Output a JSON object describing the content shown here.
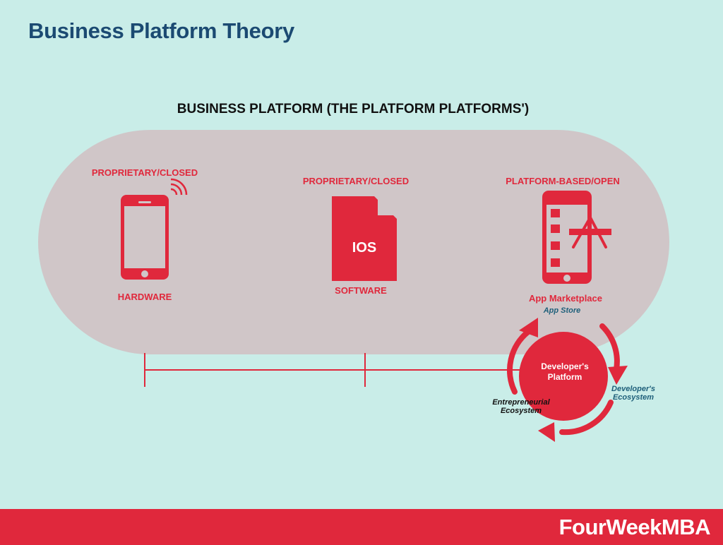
{
  "page": {
    "title": "Business Platform Theory",
    "heading": "BUSINESS PLATFORM (THE PLATFORM PLATFORMS')"
  },
  "columns": {
    "hardware": {
      "top_label": "PROPRIETARY/CLOSED",
      "bottom_label": "HARDWARE",
      "icon": "smartphone-icon"
    },
    "software": {
      "top_label": "PROPRIETARY/CLOSED",
      "bottom_label": "SOFTWARE",
      "icon_text": "IOS",
      "icon": "file-icon"
    },
    "marketplace": {
      "top_label": "PLATFORM-BASED/OPEN",
      "bottom_label": "App Marketplace",
      "icon": "app-phone-icon"
    }
  },
  "cycle": {
    "center_label": "Developer's Platform",
    "center_line1": "Developer's",
    "center_line2": "Platform",
    "app_store": "App Store",
    "developers_ecosystem_line1": "Developer's",
    "developers_ecosystem_line2": "Ecosystem",
    "entrepreneurial_line1": "Entrepreneurial",
    "entrepreneurial_line2": "Ecosystem"
  },
  "footer": {
    "brand": "FourWeekMBA"
  },
  "colors": {
    "background": "#c9ede8",
    "pill": "#d0c6c8",
    "accent_red": "#e0283c",
    "title_blue": "#1b4a72",
    "teal_text": "#1e5f7a"
  }
}
